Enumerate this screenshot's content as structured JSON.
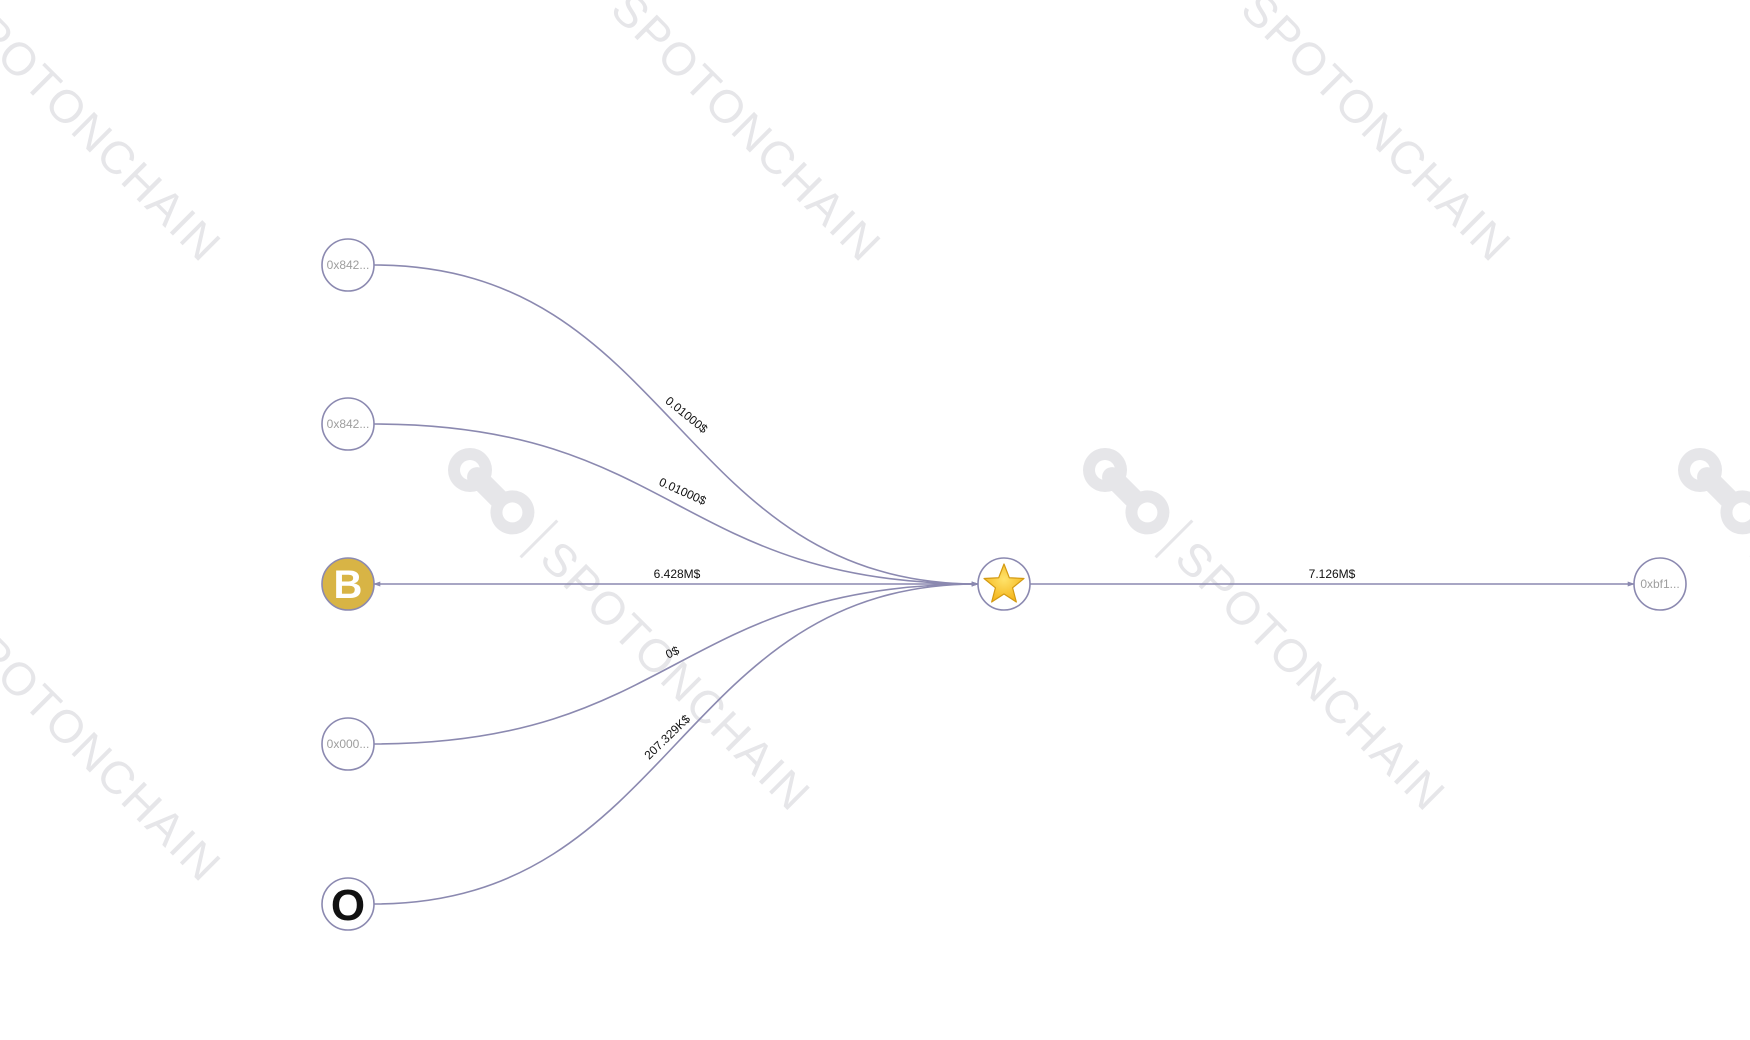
{
  "watermark": {
    "text": "SPOTONCHAIN",
    "color": "#e6e6e9"
  },
  "colors": {
    "edge": "#8b89b0",
    "node_ring": "#8b89b0",
    "address_text": "#9e9e9e",
    "binance_fill": "#d8b445",
    "star_fill": "#fbc63a",
    "background": "#ffffff"
  },
  "graph": {
    "center_node": {
      "icon": "star-icon"
    },
    "nodes": [
      {
        "id": "n1",
        "label": "0x842...",
        "kind": "address"
      },
      {
        "id": "n2",
        "label": "0x842...",
        "kind": "address"
      },
      {
        "id": "n3",
        "label": "B",
        "kind": "binance-logo",
        "icon": "binance-b-icon"
      },
      {
        "id": "n4",
        "label": "0x000...",
        "kind": "address"
      },
      {
        "id": "n5",
        "label": "O",
        "kind": "letter-logo",
        "icon": "letter-o-icon"
      },
      {
        "id": "n6",
        "label": "0xbf1...",
        "kind": "address"
      }
    ],
    "edges": [
      {
        "from": "n1",
        "to": "center",
        "label": "0.01000$"
      },
      {
        "from": "n2",
        "to": "center",
        "label": "0.01000$"
      },
      {
        "from": "center",
        "to": "n3",
        "label": "6.428M$"
      },
      {
        "from": "n4",
        "to": "center",
        "label": "0$"
      },
      {
        "from": "n5",
        "to": "center",
        "label": "207.329K$"
      },
      {
        "from": "center",
        "to": "n6",
        "label": "7.126M$"
      }
    ]
  }
}
